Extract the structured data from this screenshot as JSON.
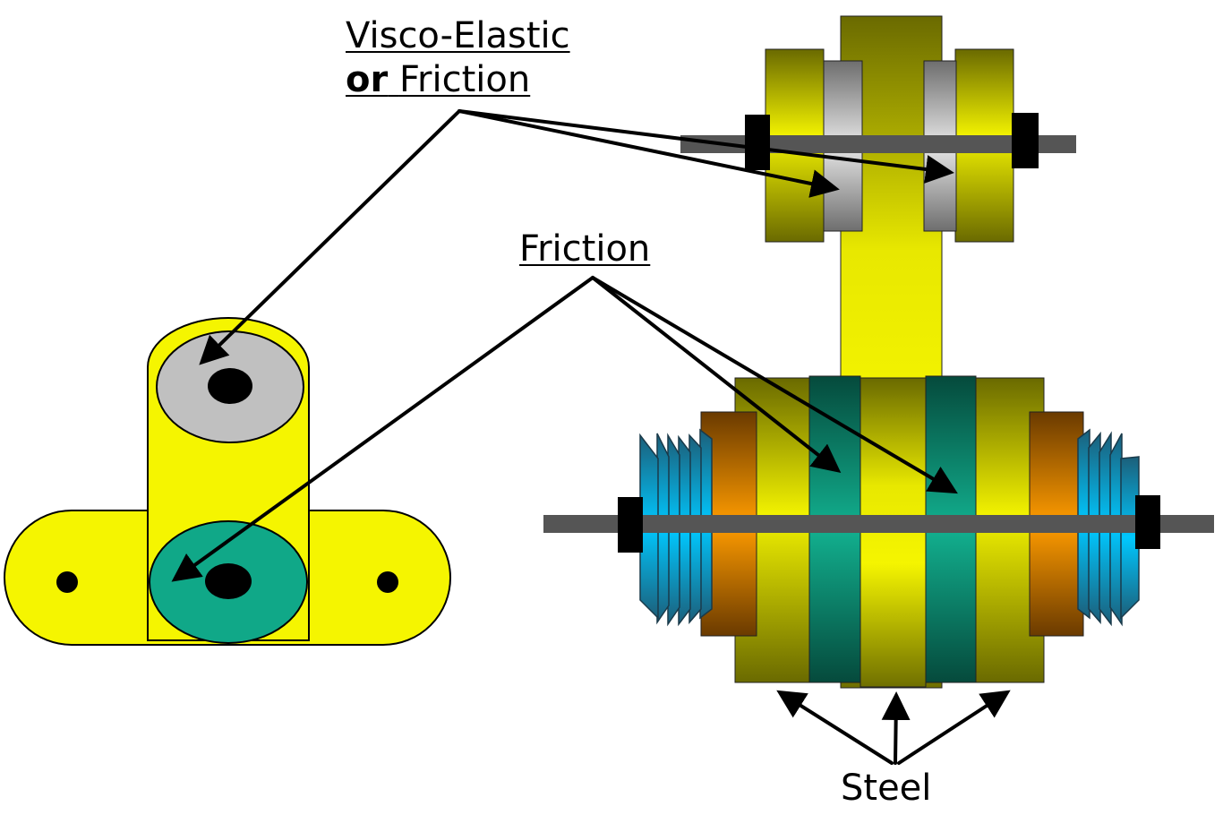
{
  "labels": {
    "visco_line1": "Visco-Elastic",
    "visco_or": "or",
    "visco_friction": "Friction",
    "friction": "Friction",
    "steel": "Steel"
  },
  "colors": {
    "yellow": "#f5f500",
    "olive": "#8a8a00",
    "gray": "#c0c0c0",
    "teal": "#10a888",
    "dark_teal": "#064e40",
    "orange": "#ff9a00",
    "blue": "#00bfff",
    "rod": "#555555",
    "black": "#000000"
  }
}
